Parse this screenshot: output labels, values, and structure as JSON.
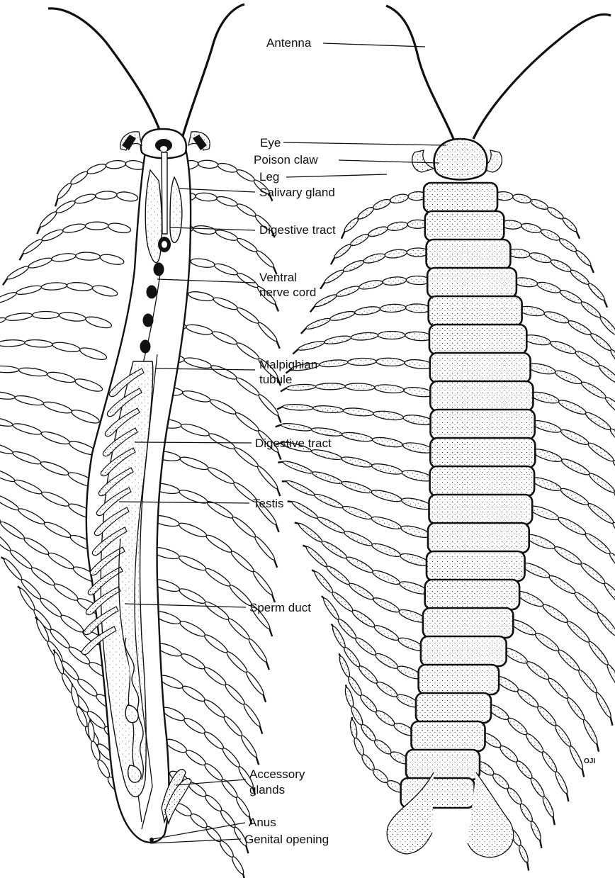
{
  "labels": {
    "antenna": "Antenna",
    "eye": "Eye",
    "poison_claw": "Poison claw",
    "leg": "Leg",
    "salivary_gland": "Salivary gland",
    "digestive_tract_upper": "Digestive tract",
    "ventral_nerve_cord_1": "Ventral",
    "ventral_nerve_cord_2": "nerve cord",
    "malpighian_tubule_1": "Malpighian",
    "malpighian_tubule_2": "tubule",
    "digestive_tract_lower": "Digestive tract",
    "testis": "Testis",
    "sperm_duct": "Sperm duct",
    "accessory_glands_1": "Accessory",
    "accessory_glands_2": "glands",
    "anus": "Anus",
    "genital_opening": "Genital opening"
  },
  "signature": "OJI",
  "colors": {
    "ink": "#111111",
    "paper": "#ffffff"
  }
}
